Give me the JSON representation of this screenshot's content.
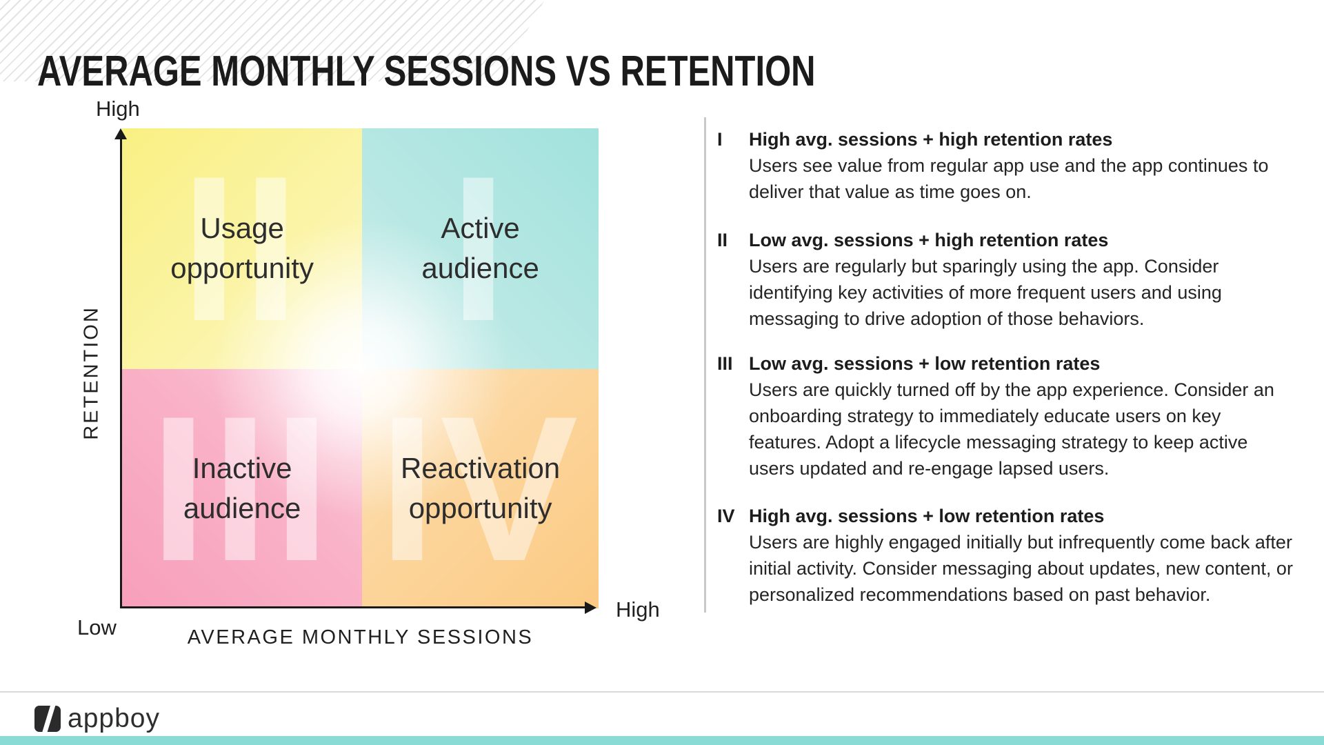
{
  "title": "AVERAGE MONTHLY SESSIONS VS RETENTION",
  "chart_data": {
    "type": "quadrant-matrix",
    "x_axis": {
      "label": "AVERAGE MONTHLY SESSIONS",
      "low": "Low",
      "high": "High"
    },
    "y_axis": {
      "label": "RETENTION",
      "low": "Low",
      "high": "High"
    },
    "quadrants": [
      {
        "numeral": "I",
        "position": "top-right",
        "line1": "Active",
        "line2": "audience",
        "color": "#a9e3de"
      },
      {
        "numeral": "II",
        "position": "top-left",
        "line1": "Usage",
        "line2": "opportunity",
        "color": "#faf28e"
      },
      {
        "numeral": "III",
        "position": "bottom-left",
        "line1": "Inactive",
        "line2": "audience",
        "color": "#f9a9c1"
      },
      {
        "numeral": "IV",
        "position": "bottom-right",
        "line1": "Reactivation",
        "line2": "opportunity",
        "color": "#fbce8e"
      }
    ]
  },
  "legend": {
    "sections": [
      {
        "numeral": "I",
        "heading": "High avg. sessions + high retention rates",
        "body": "Users see value from regular app use and the app continues to deliver that value as time goes on."
      },
      {
        "numeral": "II",
        "heading": "Low avg. sessions + high retention rates",
        "body": "Users are regularly but sparingly using the app. Consider identifying key activities of more frequent users and using messaging to drive adoption of those behaviors."
      },
      {
        "numeral": "III",
        "heading": "Low avg. sessions + low retention rates",
        "body": "Users are quickly turned off by the app experience. Consider an onboarding strategy to immediately educate users on key features. Adopt a lifecycle messaging strategy to keep active users updated and re-engage lapsed users."
      },
      {
        "numeral": "IV",
        "heading": "High avg. sessions + low retention rates",
        "body": "Users are highly engaged initially but infrequently come back after initial activity. Consider messaging about updates, new content, or personalized recommendations based on past behavior."
      }
    ]
  },
  "footer": {
    "brand": "appboy"
  },
  "colors": {
    "quadrant_yellow": "#faf28e",
    "quadrant_teal": "#a9e3de",
    "quadrant_pink": "#f9a9c1",
    "quadrant_orange": "#fbce8e",
    "axis": "#191919",
    "divider": "#c9c9c9",
    "bottom_bar": "#89dcd6",
    "hatch_line": "#e4e4e4"
  }
}
